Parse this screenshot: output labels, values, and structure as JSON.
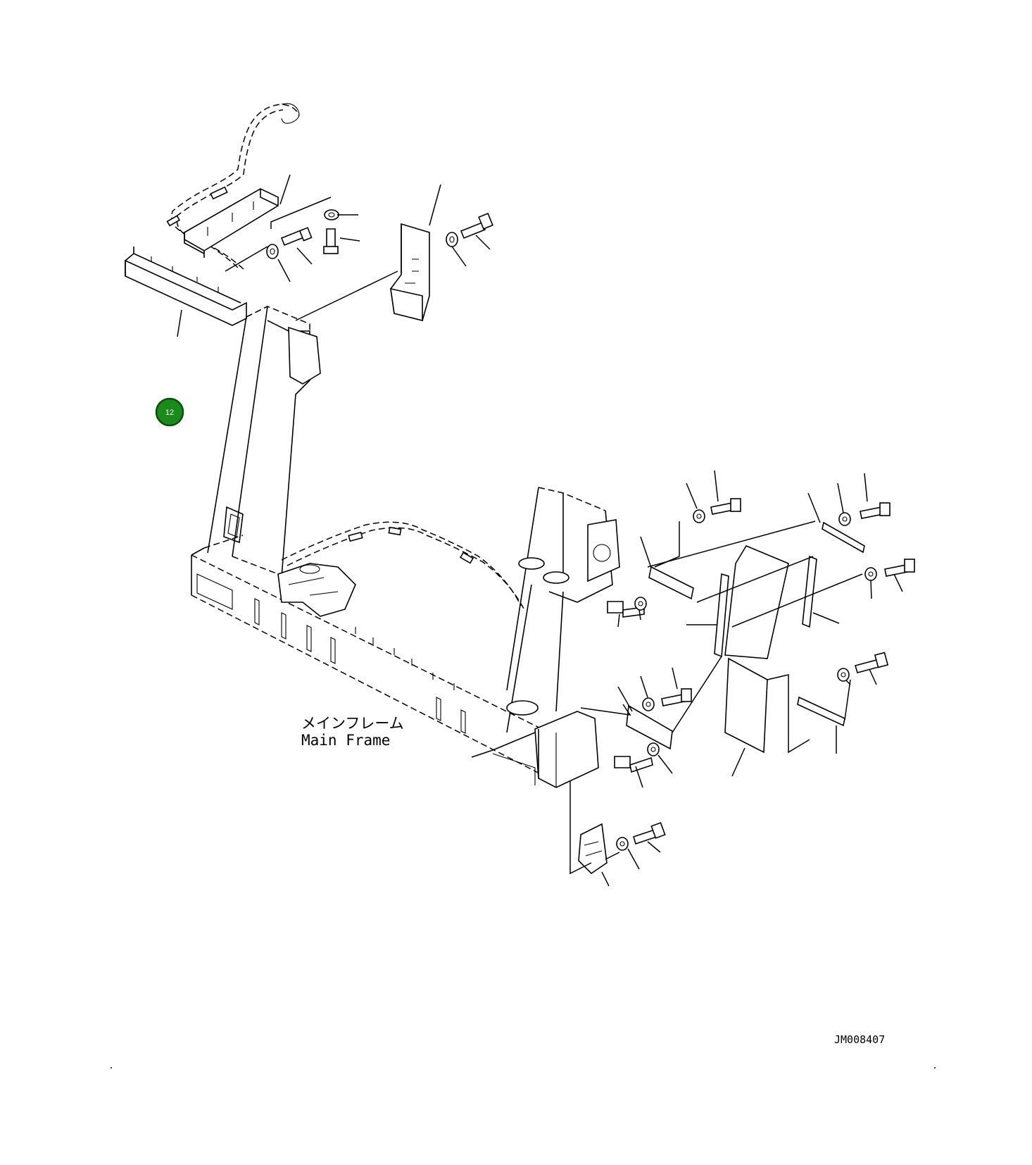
{
  "diagram": {
    "label_jp": "メインフレーム",
    "label_en": "Main Frame",
    "drawing_code": "JM008407",
    "badge": {
      "number": "12",
      "color": "#1a8a1a"
    }
  }
}
